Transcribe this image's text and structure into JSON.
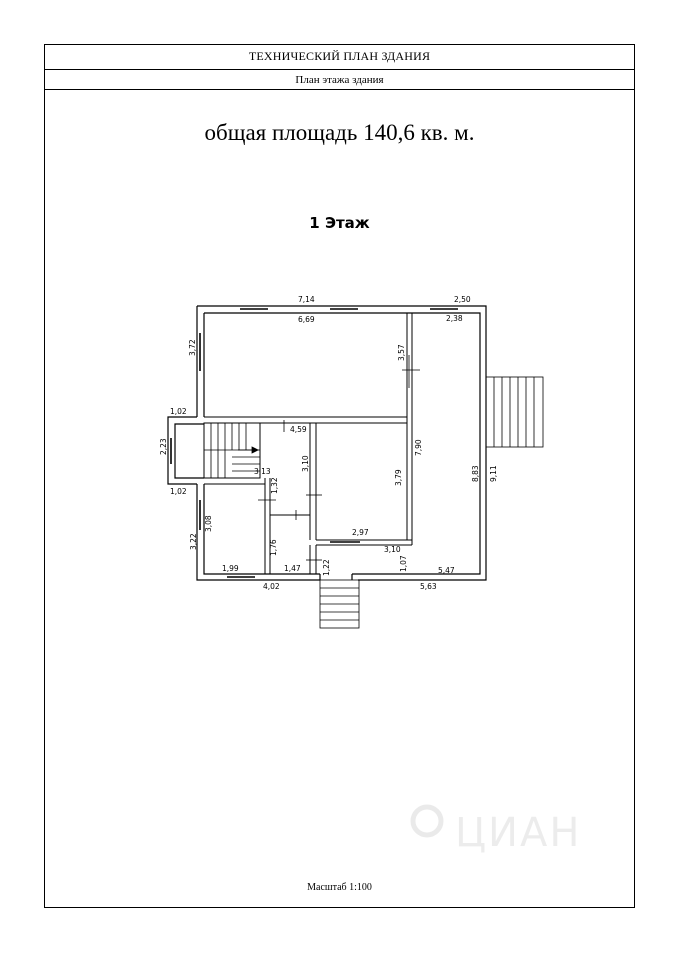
{
  "header": {
    "title": "ТЕХНИЧЕСКИЙ ПЛАН ЗДАНИЯ",
    "subtitle": "План этажа здания"
  },
  "summary": {
    "total_area": "общая площадь 140,6 кв. м."
  },
  "plan": {
    "floor_label": "1 Этаж",
    "dimensions": {
      "top_outer": "7,14",
      "top_inner": "6,69",
      "right_top_outer": "2,50",
      "right_top_inner": "2,38",
      "left_room_height": "3,72",
      "mid_wall": "3,57",
      "bay_top": "1,02",
      "bay_height": "2,23",
      "bay_bottom": "1,02",
      "hall_width": "4,59",
      "stair_small": "3,13",
      "hall_vertical": "3,10",
      "corridor_small": "1,32",
      "center_room_height": "3,79",
      "center_room_width": "2,97",
      "big_room_height": "7,90",
      "right_inner_height": "8,83",
      "right_outer_height": "9,11",
      "lower_left_room": "3,08",
      "lower_left_outer": "3,22",
      "lower_corridor": "1,76",
      "bottom_room_width": "1,99",
      "bottom_corridor_width": "1,47",
      "bottom_left_outer": "4,02",
      "entry_width": "1,22",
      "right_inner_wall": "3,10",
      "right_small": "1,07",
      "bottom_inner": "5,47",
      "bottom_outer": "5,63"
    }
  },
  "footer": {
    "scale": "Масштаб 1:100"
  },
  "watermark": {
    "text": "ЦИАН"
  }
}
